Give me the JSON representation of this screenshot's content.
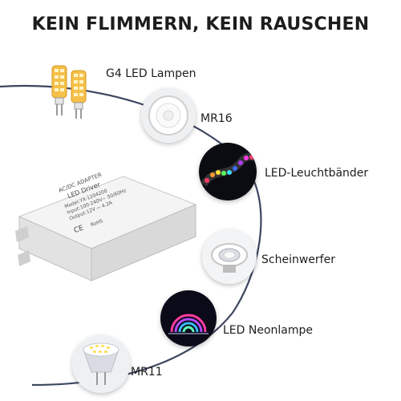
{
  "headline": "KEIN FLIMMERN, KEIN RAUSCHEN",
  "products": {
    "g4": "G4 LED Lampen",
    "mr16": "MR16",
    "strip": "LED-Leuchtbänder",
    "spot": "Scheinwerfer",
    "neon": "LED Neonlampe",
    "mr11": "MR11"
  },
  "driver": {
    "line1": "AC/DC ADAPTER",
    "line2": "LED Driver",
    "line3": "Model:YX-1204200",
    "line4": "Input:100-240V~ 50/60Hz",
    "line5": "Output:12V ⎓ 4.2A",
    "icons": [
      "CE",
      "RoHS"
    ]
  },
  "colors": {
    "arc": "#3d4660",
    "text": "#1d1d1d",
    "node_bg": "#0b0b12"
  }
}
